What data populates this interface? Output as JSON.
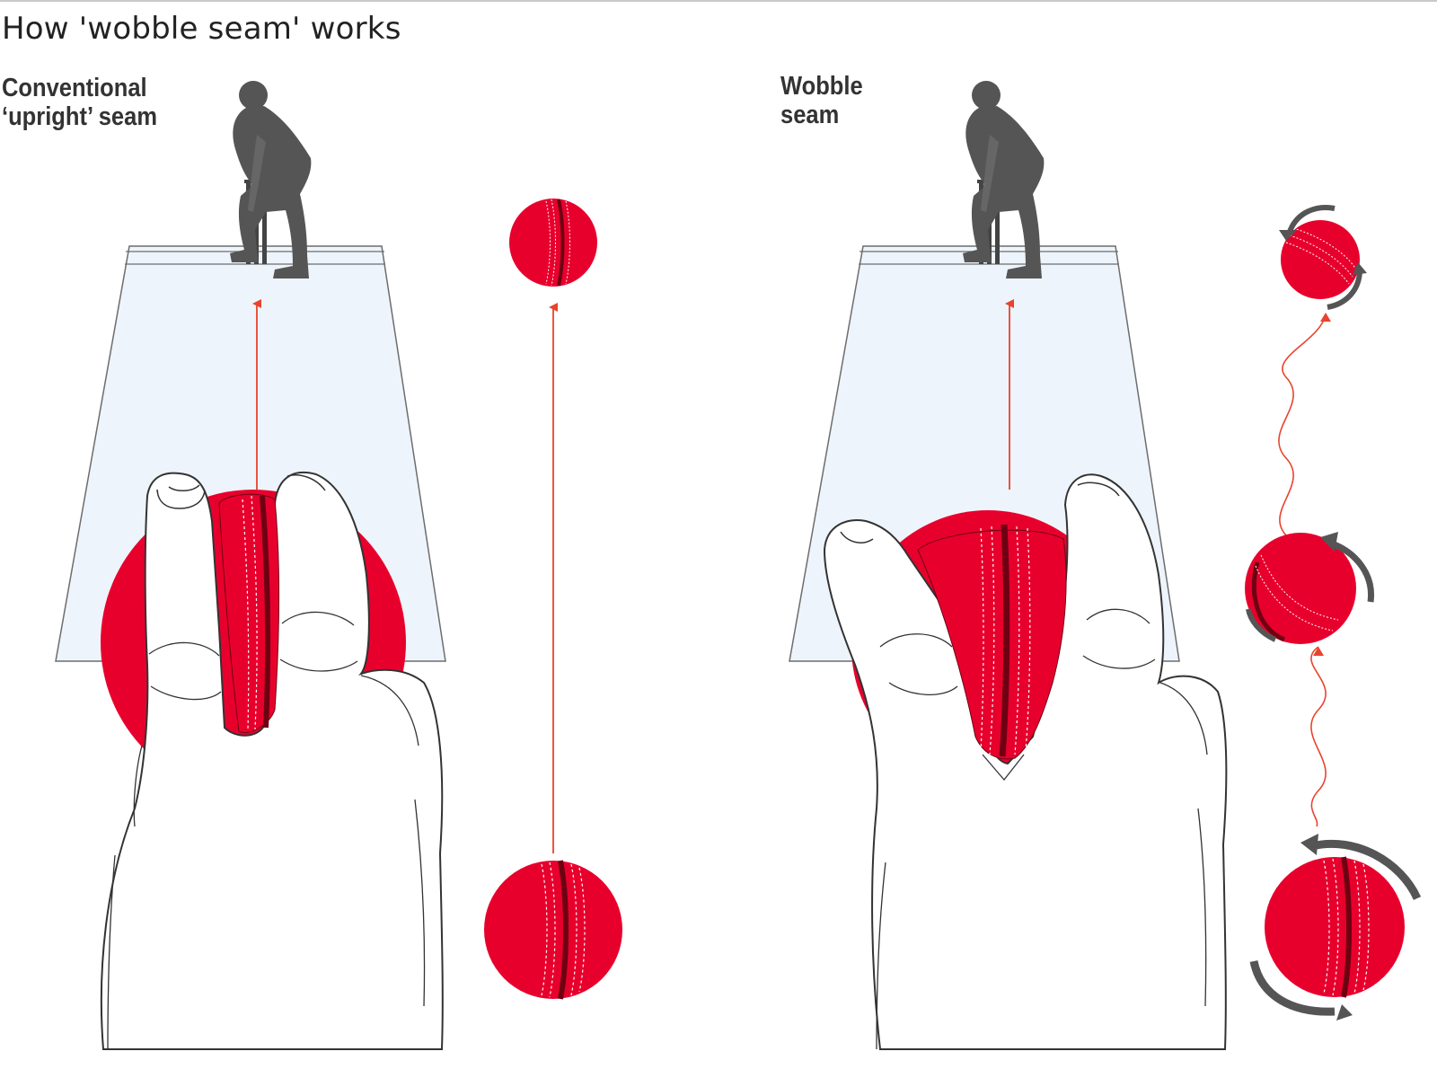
{
  "title": "How 'wobble seam' works",
  "panels": [
    {
      "label_line1": "Conventional",
      "label_line2": "‘upright’ seam"
    },
    {
      "label_line1": "Wobble",
      "label_line2": "seam"
    }
  ],
  "colors": {
    "ball_red": "#e8002d",
    "seam_dark": "#6e0012",
    "arrow_red": "#e8432d",
    "pitch_fill": "#eef4fb",
    "pitch_stroke": "#6d6d6d",
    "silhouette": "#555555",
    "hand_stroke": "#333333",
    "rotation_arrow": "#555555"
  },
  "icons": [
    "batsman-silhouette-icon",
    "stumps-icon",
    "cricket-ball-icon",
    "hand-grip-icon",
    "rotation-arrow-icon"
  ]
}
